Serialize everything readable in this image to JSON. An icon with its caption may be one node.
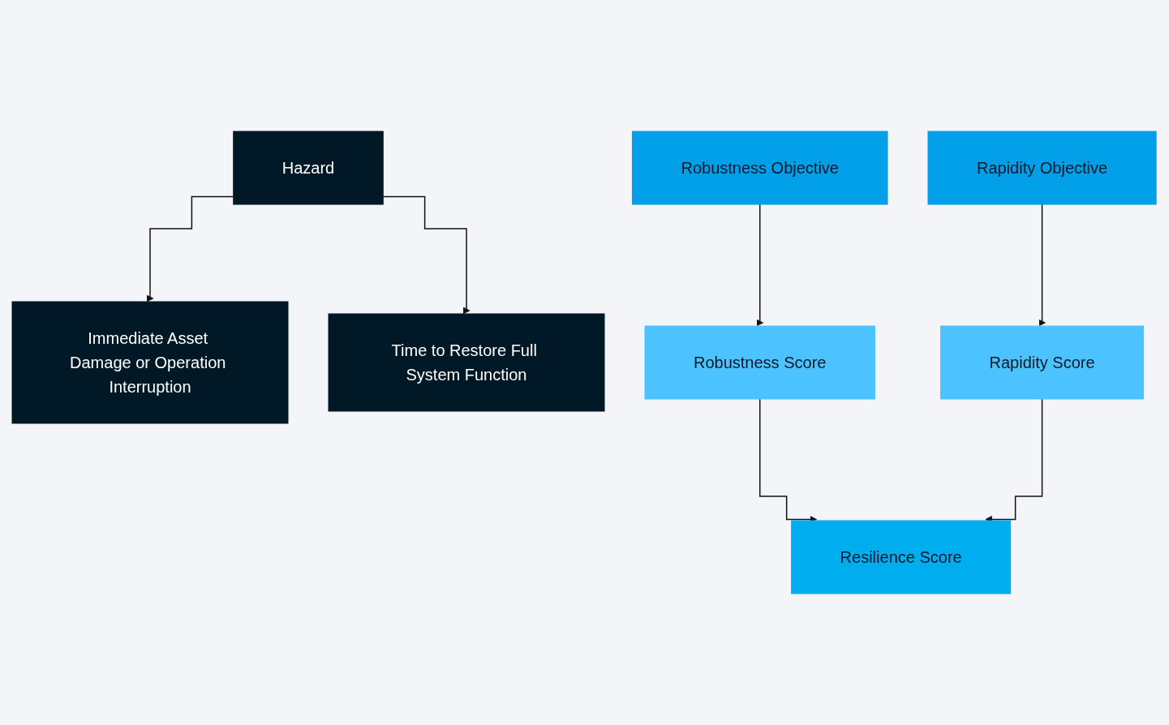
{
  "diagram": {
    "nodes": [
      {
        "text": [
          "Hazard"
        ]
      },
      {
        "text": [
          "Immediate Asset Damage or Operation Interruption"
        ]
      },
      {
        "text": [
          "Time to Restore Full System Function"
        ]
      },
      {
        "text": [
          "Robustness Objective"
        ]
      },
      {
        "text": [
          "Robustness Score"
        ]
      },
      {
        "text": [
          "Rapidity Score"
        ]
      },
      {
        "text": [
          "Rapidity Objective"
        ]
      },
      {
        "text": [
          "Resilience Score"
        ]
      }
    ],
    "edges": [
      {
        "from": 0,
        "to": 1,
        "arrow": "to"
      },
      {
        "from": 0,
        "to": 2,
        "arrow": "to"
      },
      {
        "from": 3,
        "to": 4,
        "arrow": "to"
      },
      {
        "from": 6,
        "to": 5,
        "arrow": "to"
      },
      {
        "from": 4,
        "to": 7,
        "arrow": "to"
      },
      {
        "from": 5,
        "to": 7,
        "arrow": "to"
      }
    ]
  }
}
